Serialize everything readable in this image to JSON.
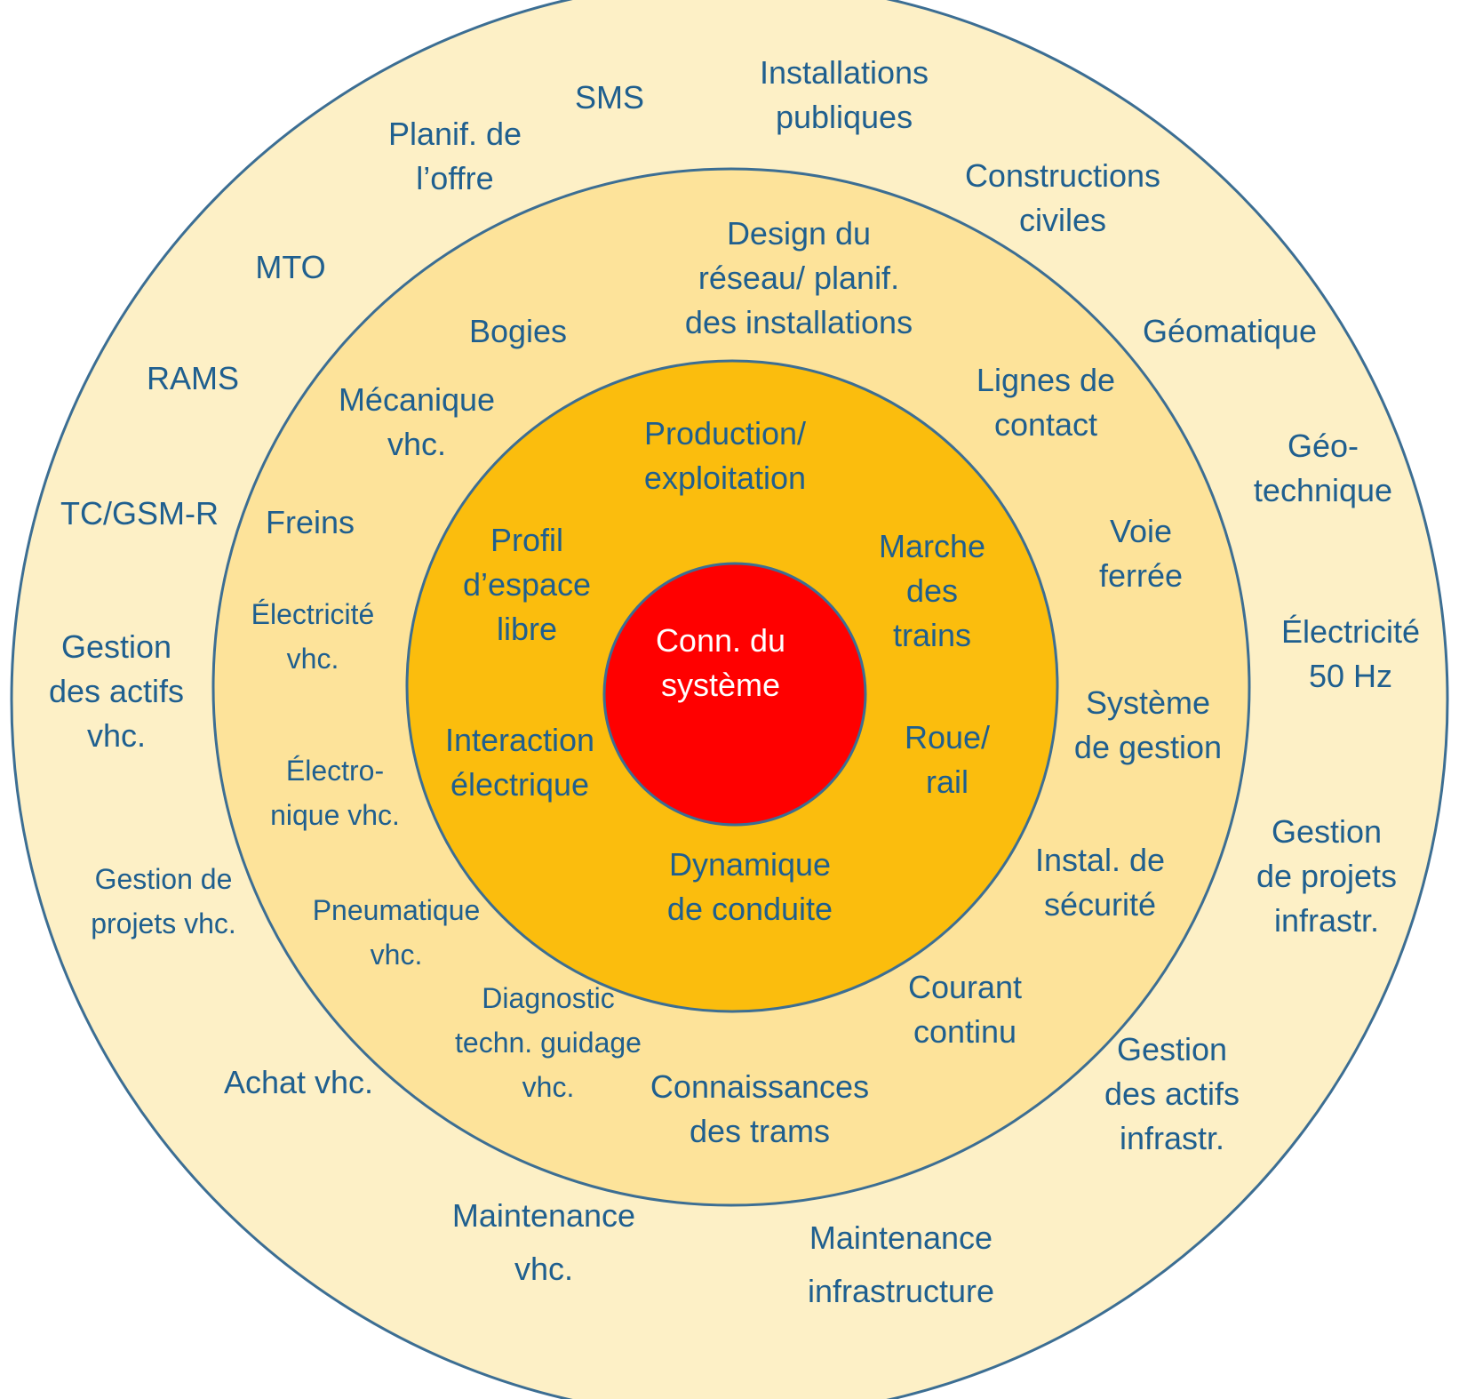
{
  "colors": {
    "outer_ring": "#fdf0c6",
    "middle_ring": "#fde39a",
    "inner_ring": "#fbbd0d",
    "core": "#ff0000",
    "ring_stroke": "#3c6e93",
    "label_text": "#1f5f8f",
    "core_text": "#ffffff"
  },
  "core": {
    "lines": [
      "Conn. du",
      "système"
    ]
  },
  "inner_ring": {
    "labels": [
      {
        "id": "production",
        "lines": [
          "Production/",
          "exploitation"
        ]
      },
      {
        "id": "profil",
        "lines": [
          "Profil",
          "d’espace",
          "libre"
        ]
      },
      {
        "id": "marche",
        "lines": [
          "Marche",
          "des",
          "trains"
        ]
      },
      {
        "id": "interaction",
        "lines": [
          "Interaction",
          "électrique"
        ]
      },
      {
        "id": "roue",
        "lines": [
          "Roue/",
          "rail"
        ]
      },
      {
        "id": "dynamique",
        "lines": [
          "Dynamique",
          "de conduite"
        ]
      }
    ]
  },
  "middle_ring": {
    "labels": [
      {
        "id": "design",
        "lines": [
          "Design du",
          "réseau/ planif.",
          "des installations"
        ]
      },
      {
        "id": "bogies",
        "lines": [
          "Bogies"
        ]
      },
      {
        "id": "mecanique",
        "lines": [
          "Mécanique",
          "vhc."
        ]
      },
      {
        "id": "lignes",
        "lines": [
          "Lignes de",
          "contact"
        ]
      },
      {
        "id": "freins",
        "lines": [
          "Freins"
        ]
      },
      {
        "id": "voie",
        "lines": [
          "Voie",
          "ferrée"
        ]
      },
      {
        "id": "electricite-vhc",
        "lines": [
          "Électricité",
          "vhc."
        ]
      },
      {
        "id": "systeme-gestion",
        "lines": [
          "Système",
          "de gestion"
        ]
      },
      {
        "id": "electronique",
        "lines": [
          "Électro-",
          "nique vhc."
        ]
      },
      {
        "id": "securite",
        "lines": [
          "Instal. de",
          "sécurité"
        ]
      },
      {
        "id": "pneumatique",
        "lines": [
          "Pneumatique",
          "vhc."
        ]
      },
      {
        "id": "courant",
        "lines": [
          "Courant",
          "continu"
        ]
      },
      {
        "id": "diagnostic",
        "lines": [
          "Diagnostic",
          "techn. guidage",
          "vhc."
        ]
      },
      {
        "id": "trams",
        "lines": [
          "Connaissances",
          "des trams"
        ]
      }
    ]
  },
  "outer_ring": {
    "labels": [
      {
        "id": "installations",
        "lines": [
          "Installations",
          "publiques"
        ]
      },
      {
        "id": "sms",
        "lines": [
          "SMS"
        ]
      },
      {
        "id": "planif",
        "lines": [
          "Planif. de",
          "l’offre"
        ]
      },
      {
        "id": "constructions",
        "lines": [
          "Constructions",
          "civiles"
        ]
      },
      {
        "id": "mto",
        "lines": [
          "MTO"
        ]
      },
      {
        "id": "geomatique",
        "lines": [
          "Géomatique"
        ]
      },
      {
        "id": "rams",
        "lines": [
          "RAMS"
        ]
      },
      {
        "id": "geotechnique",
        "lines": [
          "Géo-",
          "technique"
        ]
      },
      {
        "id": "tc-gsm",
        "lines": [
          "TC/GSM-R"
        ]
      },
      {
        "id": "electricite-50",
        "lines": [
          "Électricité",
          "50 Hz"
        ]
      },
      {
        "id": "gestion-actifs-vhc",
        "lines": [
          "Gestion",
          "des actifs",
          "vhc."
        ]
      },
      {
        "id": "gestion-projets-infra",
        "lines": [
          "Gestion",
          "de projets",
          "infrastr."
        ]
      },
      {
        "id": "gestion-projets-vhc",
        "lines": [
          "Gestion de",
          "projets vhc."
        ]
      },
      {
        "id": "achat",
        "lines": [
          "Achat vhc."
        ]
      },
      {
        "id": "gestion-actifs-infra",
        "lines": [
          "Gestion",
          "des actifs",
          "infrastr."
        ]
      },
      {
        "id": "maintenance-vhc",
        "lines": [
          "Maintenance",
          "vhc."
        ]
      },
      {
        "id": "maintenance-infra",
        "lines": [
          "Maintenance",
          "infrastructure"
        ]
      }
    ]
  }
}
